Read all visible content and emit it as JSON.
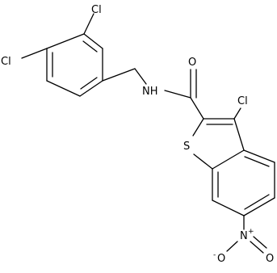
{
  "molecule": {
    "atoms": {
      "cl_top": "Cl",
      "cl_left": "Cl",
      "nh": "NH",
      "o_carbonyl": "O",
      "cl_thiophene": "Cl",
      "s": "S",
      "n_nitro": "N",
      "n_nitro_charge": "+",
      "o_nitro_right": "O",
      "o_nitro_left": "O",
      "o_nitro_left_charge": "-"
    }
  }
}
